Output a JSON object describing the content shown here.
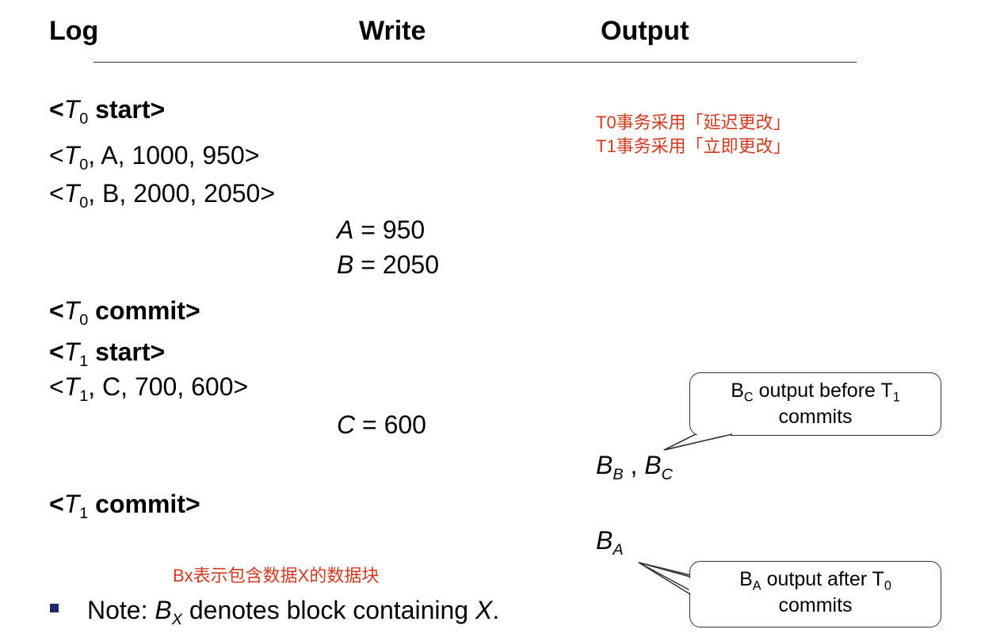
{
  "headers": {
    "log": "Log",
    "write": "Write",
    "output": "Output"
  },
  "log_entries": [
    {
      "prefix": "<",
      "txn": "T",
      "sub": "0",
      "rest": " start>"
    },
    {
      "prefix": "<",
      "txn": "T",
      "sub": "0",
      "rest": ", A, 1000, 950>"
    },
    {
      "prefix": "<",
      "txn": "T",
      "sub": "0",
      "rest": ", B, 2000, 2050>"
    },
    {
      "prefix": "<",
      "txn": "T",
      "sub": "0",
      "rest": " commit>"
    },
    {
      "prefix": "<",
      "txn": "T",
      "sub": "1",
      "rest": " start>"
    },
    {
      "prefix": "<",
      "txn": "T",
      "sub": "1",
      "rest": ", C, 700, 600>"
    },
    {
      "prefix": "<",
      "txn": "T",
      "sub": "1",
      "rest": " commit>"
    }
  ],
  "writes": [
    {
      "var": "A",
      "rest": " = 950"
    },
    {
      "var": "B",
      "rest": " = 2050"
    },
    {
      "var": "C",
      "rest": " = 600"
    }
  ],
  "outputs": [
    {
      "b1": "B",
      "s1": "B",
      "sep": " , ",
      "b2": "B",
      "s2": "C"
    },
    {
      "b1": "B",
      "s1": "A"
    }
  ],
  "annotations": {
    "line1": "T0事务采用「延迟更改」",
    "line2": "T1事务采用「立即更改」",
    "bx_note": "Bx表示包含数据X的数据块"
  },
  "callouts": [
    {
      "pre": "B",
      "sub": "C",
      "mid": " output before T",
      "sub2": "1",
      "line2": "commits"
    },
    {
      "pre": "B",
      "sub": "A",
      "mid": " output after T",
      "sub2": "0",
      "line2": "commits"
    }
  ],
  "note": {
    "prefix": "Note: ",
    "b": "B",
    "bsub": "X",
    "mid": " denotes block containing ",
    "x": "X",
    "end": "."
  },
  "colors": {
    "annotation_red": "#d23a1e",
    "bullet": "#1a2a6b"
  }
}
